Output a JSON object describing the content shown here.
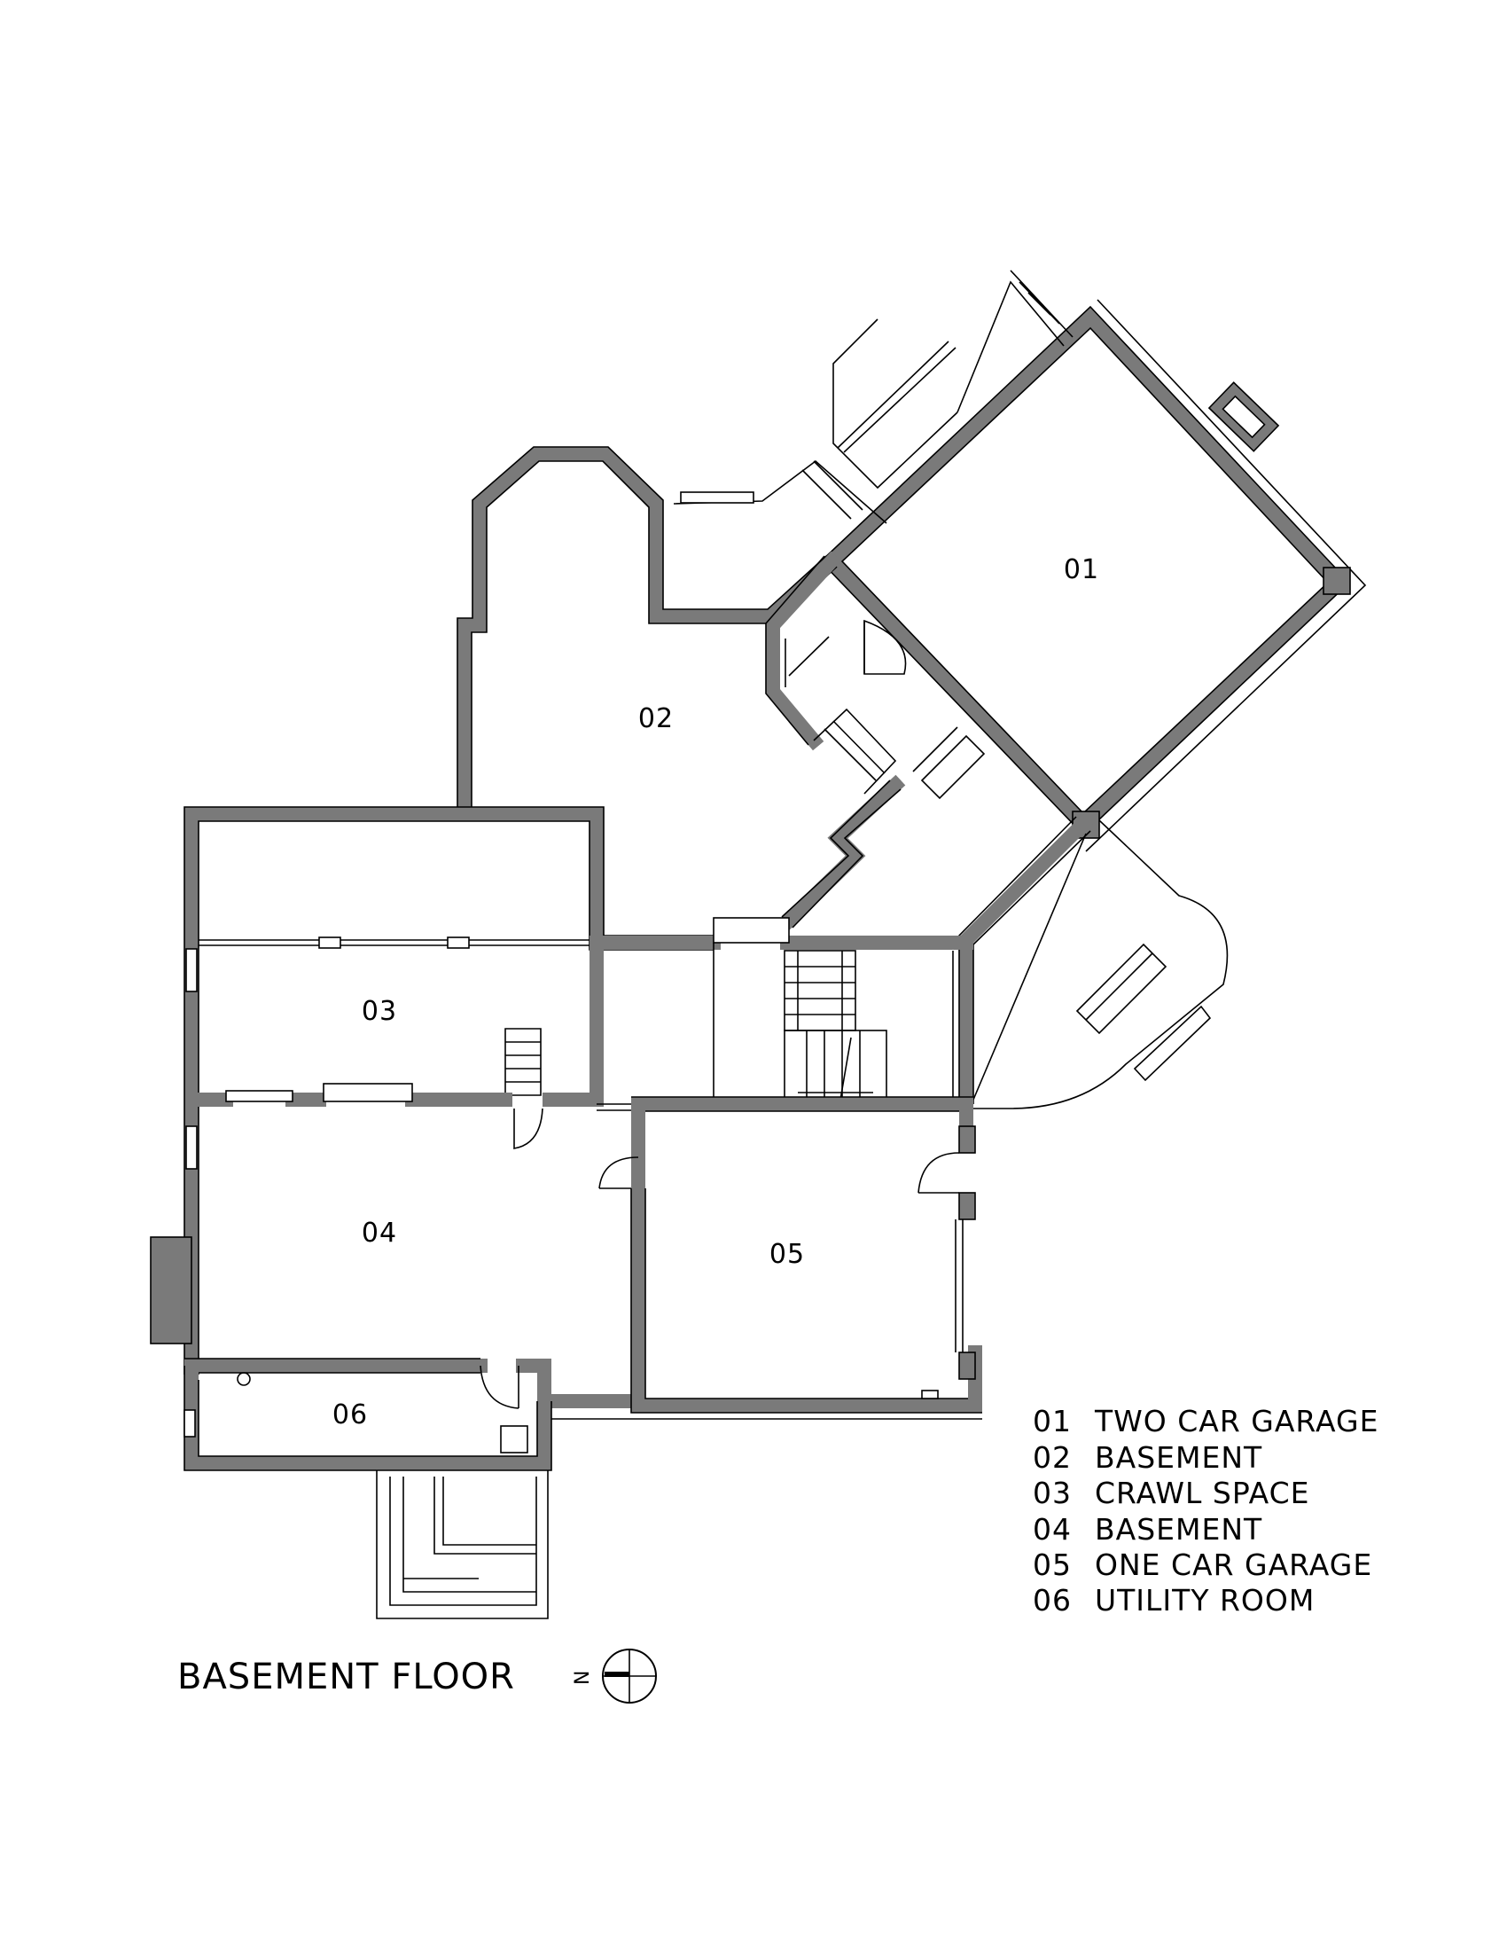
{
  "title": "BASEMENT FLOOR",
  "north_label": "N",
  "rooms": [
    {
      "number": "01",
      "name": "TWO CAR GARAGE"
    },
    {
      "number": "02",
      "name": "BASEMENT"
    },
    {
      "number": "03",
      "name": "CRAWL SPACE"
    },
    {
      "number": "04",
      "name": "BASEMENT"
    },
    {
      "number": "05",
      "name": "ONE CAR GARAGE"
    },
    {
      "number": "06",
      "name": "UTILITY ROOM"
    }
  ],
  "colors": {
    "wall": "#7a7a7a",
    "line": "#000000",
    "background": "#ffffff"
  }
}
